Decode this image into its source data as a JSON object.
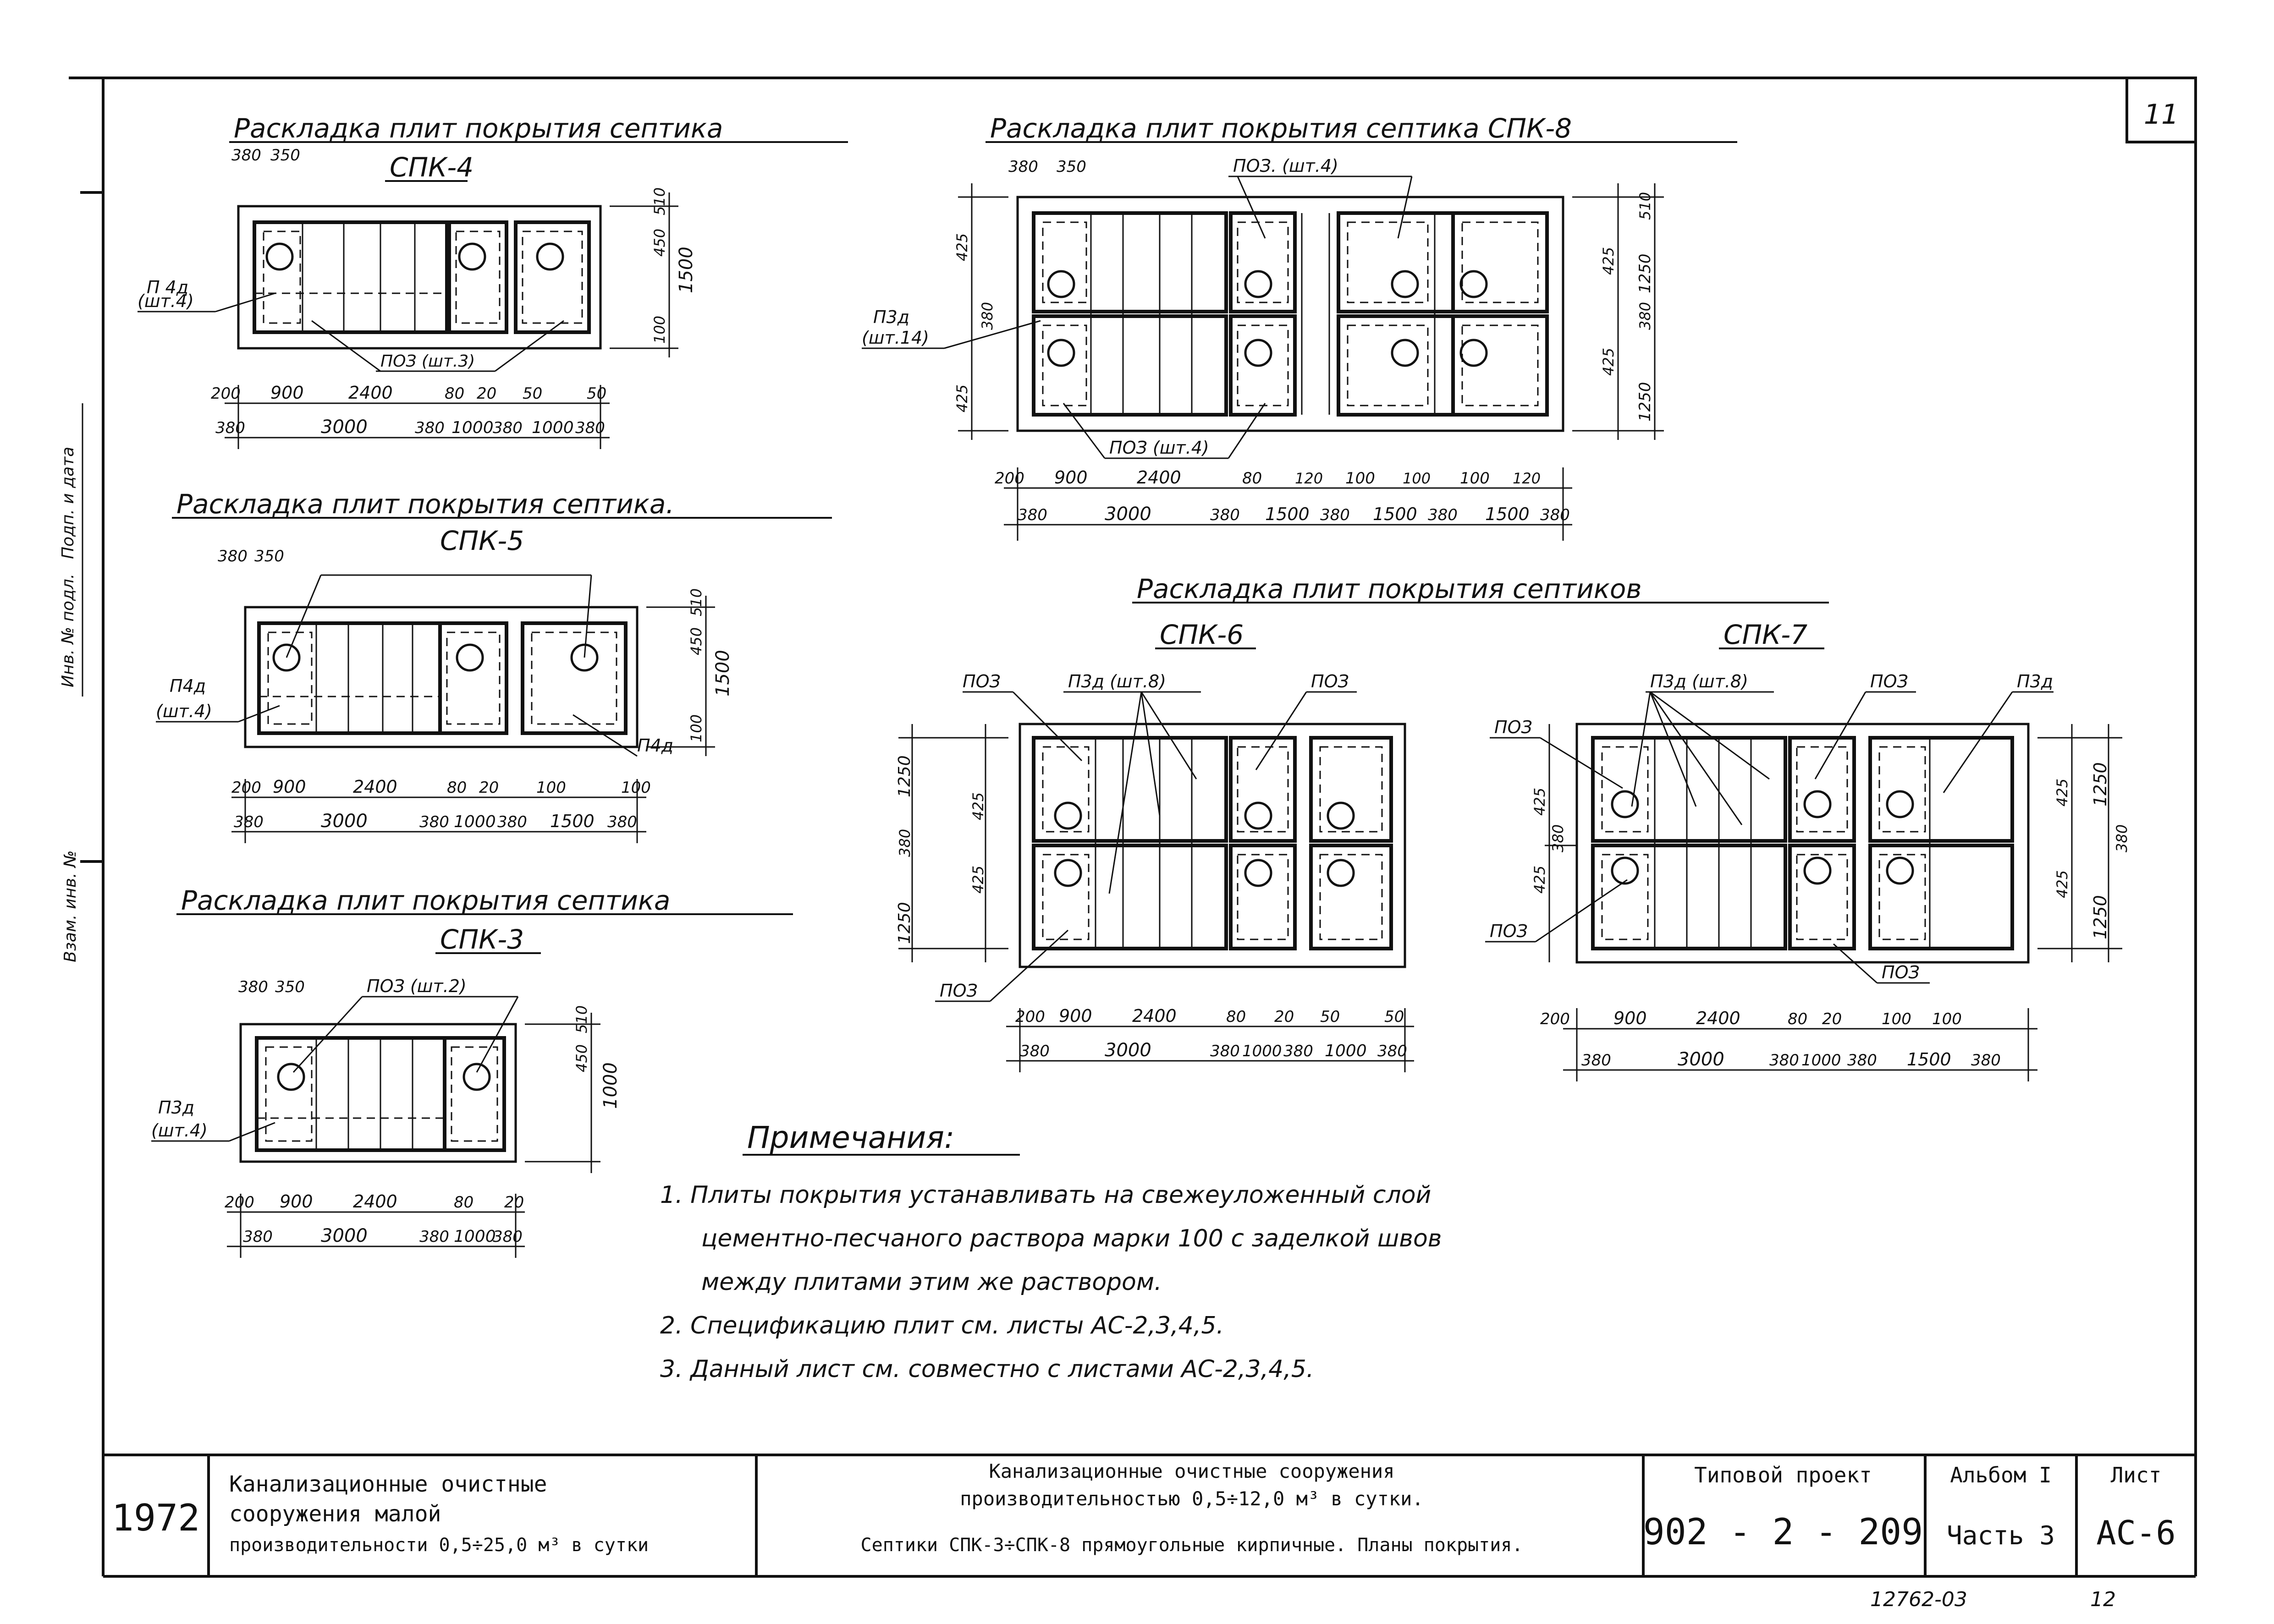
{
  "sheet_number_top": "11",
  "bottom_code": "12762-03",
  "bottom_number": "12",
  "side_stamp": [
    "Инв. № подл.",
    "Подп. и дата",
    "Взам. инв. №"
  ],
  "colors": {
    "ink": "#111111",
    "paper": "#ffffff"
  },
  "plans": {
    "spk4": {
      "title": "Раскладка плит покрытия септика",
      "name": "СПК-4",
      "label_left": "П 4д",
      "label_left_count": "(шт.4)",
      "label_bottom": "ПОЗ (шт.3)",
      "top_dims": [
        "380",
        "350"
      ],
      "right_dims": [
        "510",
        "450",
        "1500",
        "100"
      ],
      "bottom_row1": [
        "200",
        "900",
        "2400",
        "80",
        "20",
        "50",
        "50"
      ],
      "bottom_row2": [
        "380",
        "3000",
        "380",
        "1000",
        "380",
        "1000",
        "380"
      ]
    },
    "spk5": {
      "title": "Раскладка плит покрытия септика.",
      "name": "СПК-5",
      "label_left": "П4д",
      "label_left_count": "(шт.4)",
      "label_right": "П4д",
      "top_dims": [
        "380",
        "350"
      ],
      "right_dims": [
        "510",
        "450",
        "1500",
        "100"
      ],
      "bottom_row1": [
        "200",
        "900",
        "2400",
        "80",
        "20",
        "100",
        "100"
      ],
      "bottom_row2": [
        "380",
        "3000",
        "380",
        "1000",
        "380",
        "1500",
        "380"
      ]
    },
    "spk3": {
      "title": "Раскладка плит покрытия септика",
      "name": "СПК-3",
      "label_top": "ПОЗ (шт.2)",
      "label_left": "П3д",
      "label_left_count": "(шт.4)",
      "top_dims": [
        "380",
        "350"
      ],
      "right_dims": [
        "510",
        "450",
        "1000"
      ],
      "bottom_row1": [
        "200",
        "900",
        "2400",
        "80",
        "20"
      ],
      "bottom_row2": [
        "380",
        "3000",
        "380",
        "1000",
        "380"
      ]
    },
    "spk8": {
      "title": "Раскладка плит покрытия септика СПК-8",
      "label_top": "ПОЗ. (шт.4)",
      "label_left": "П3д",
      "label_left_count": "(шт.14)",
      "label_bottom": "ПОЗ (шт.4)",
      "top_dims": [
        "380",
        "350"
      ],
      "left_dims": [
        "425",
        "380",
        "425"
      ],
      "right_dims": [
        "510",
        "1250",
        "425",
        "380",
        "425",
        "1250"
      ],
      "bottom_row1": [
        "200",
        "900",
        "2400",
        "80",
        "120",
        "100",
        "100",
        "100",
        "120"
      ],
      "bottom_row2": [
        "380",
        "3000",
        "380",
        "1500",
        "380",
        "1500",
        "380",
        "1500",
        "380"
      ]
    },
    "group67_title": "Раскладка плит покрытия септиков",
    "spk6": {
      "name": "СПК-6",
      "label_poz_left": "ПОЗ",
      "label_p3d": "П3д (шт.8)",
      "label_poz_right": "ПОЗ",
      "label_poz_bottom": "ПОЗ",
      "left_dims": [
        "1250",
        "425",
        "380",
        "425",
        "1250"
      ],
      "bottom_row1": [
        "200",
        "900",
        "2400",
        "80",
        "20",
        "50",
        "50"
      ],
      "bottom_row2": [
        "380",
        "3000",
        "380",
        "1000",
        "380",
        "1000",
        "380"
      ]
    },
    "spk7": {
      "name": "СПК-7",
      "label_p3d": "П3д (шт.8)",
      "label_poz_top": "ПОЗ",
      "label_p3d_right": "П3д",
      "label_poz_left_top": "ПОЗ",
      "label_poz_left_bottom": "ПОЗ",
      "label_poz_bottom": "ПОЗ",
      "left_dims": [
        "425",
        "380",
        "425"
      ],
      "right_dims": [
        "425",
        "1250",
        "380",
        "425",
        "1250"
      ],
      "bottom_row1": [
        "200",
        "900",
        "2400",
        "80",
        "20",
        "100",
        "100"
      ],
      "bottom_row2": [
        "380",
        "3000",
        "380",
        "1000",
        "380",
        "1500",
        "380"
      ]
    }
  },
  "notes": {
    "heading": "Примечания:",
    "items": [
      "1. Плиты покрытия устанавливать на свежеуложенный слой",
      "цементно-песчаного раствора марки 100 с заделкой швов",
      "между плитами этим же раствором.",
      "2. Спецификацию плит см. листы АС-2,3,4,5.",
      "3. Данный лист см. совместно с листами АС-2,3,4,5."
    ]
  },
  "title_block": {
    "year": "1972",
    "desc_lines": [
      "Канализационные очистные",
      "сооружения малой",
      "производительности 0,5÷25,0 м³ в сутки"
    ],
    "title_lines": [
      "Канализационные очистные сооружения",
      "производительностью 0,5÷12,0 м³ в сутки.",
      "Септики СПК-3÷СПК-8 прямоугольные кирпичные. Планы покрытия."
    ],
    "project_label": "Типовой проект",
    "project_number": "902 - 2 - 209",
    "album_label": "Альбом I",
    "part_label": "Часть 3",
    "sheet_label": "Лист",
    "sheet_code": "АС-6"
  }
}
